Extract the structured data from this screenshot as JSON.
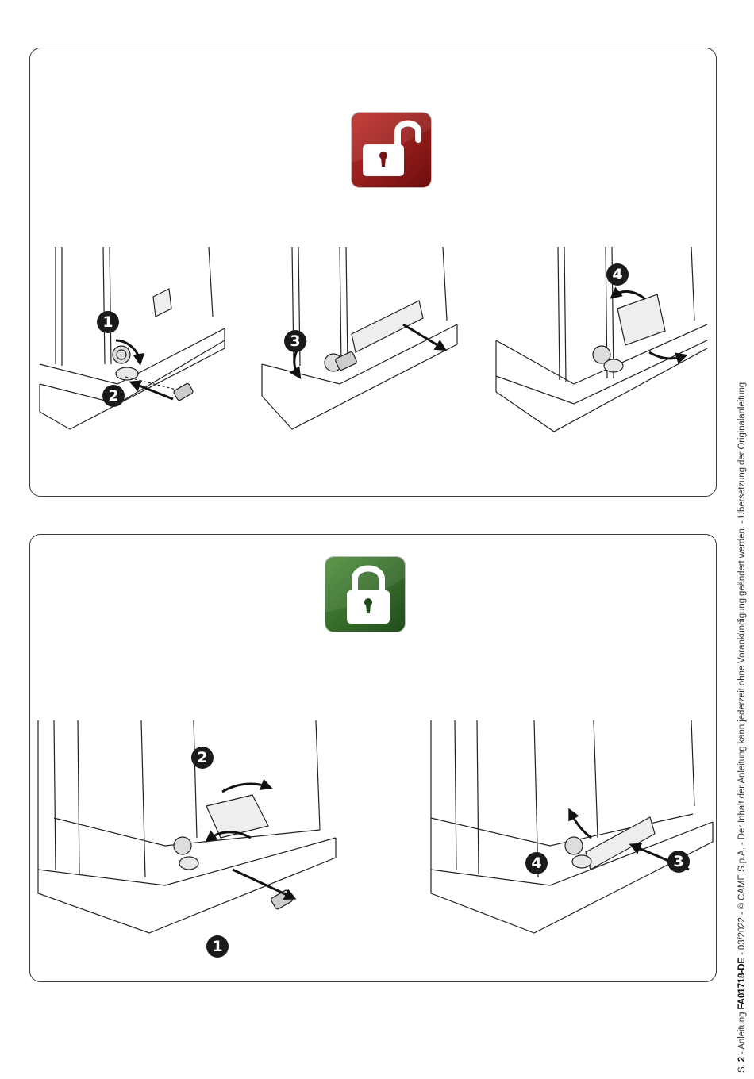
{
  "footer": {
    "page_prefix": "S. ",
    "page_number": "2",
    "manual_label": " - Anleitung ",
    "doc_code": "FA01718-DE",
    "rest": " - 03/2022 - © CAME S.p.A. - Der Inhalt der Anleitung kann jederzeit ohne Vorankündigung geändert werden. - Übersetzung der Originalanleitung"
  },
  "unlock_section": {
    "icon": "padlock-open-icon",
    "accent_color": "#9b1b1b",
    "steps": [
      "1",
      "2",
      "3",
      "4"
    ]
  },
  "lock_section": {
    "icon": "padlock-closed-icon",
    "accent_color": "#2f6b26",
    "steps": [
      "1",
      "2",
      "3",
      "4"
    ]
  }
}
